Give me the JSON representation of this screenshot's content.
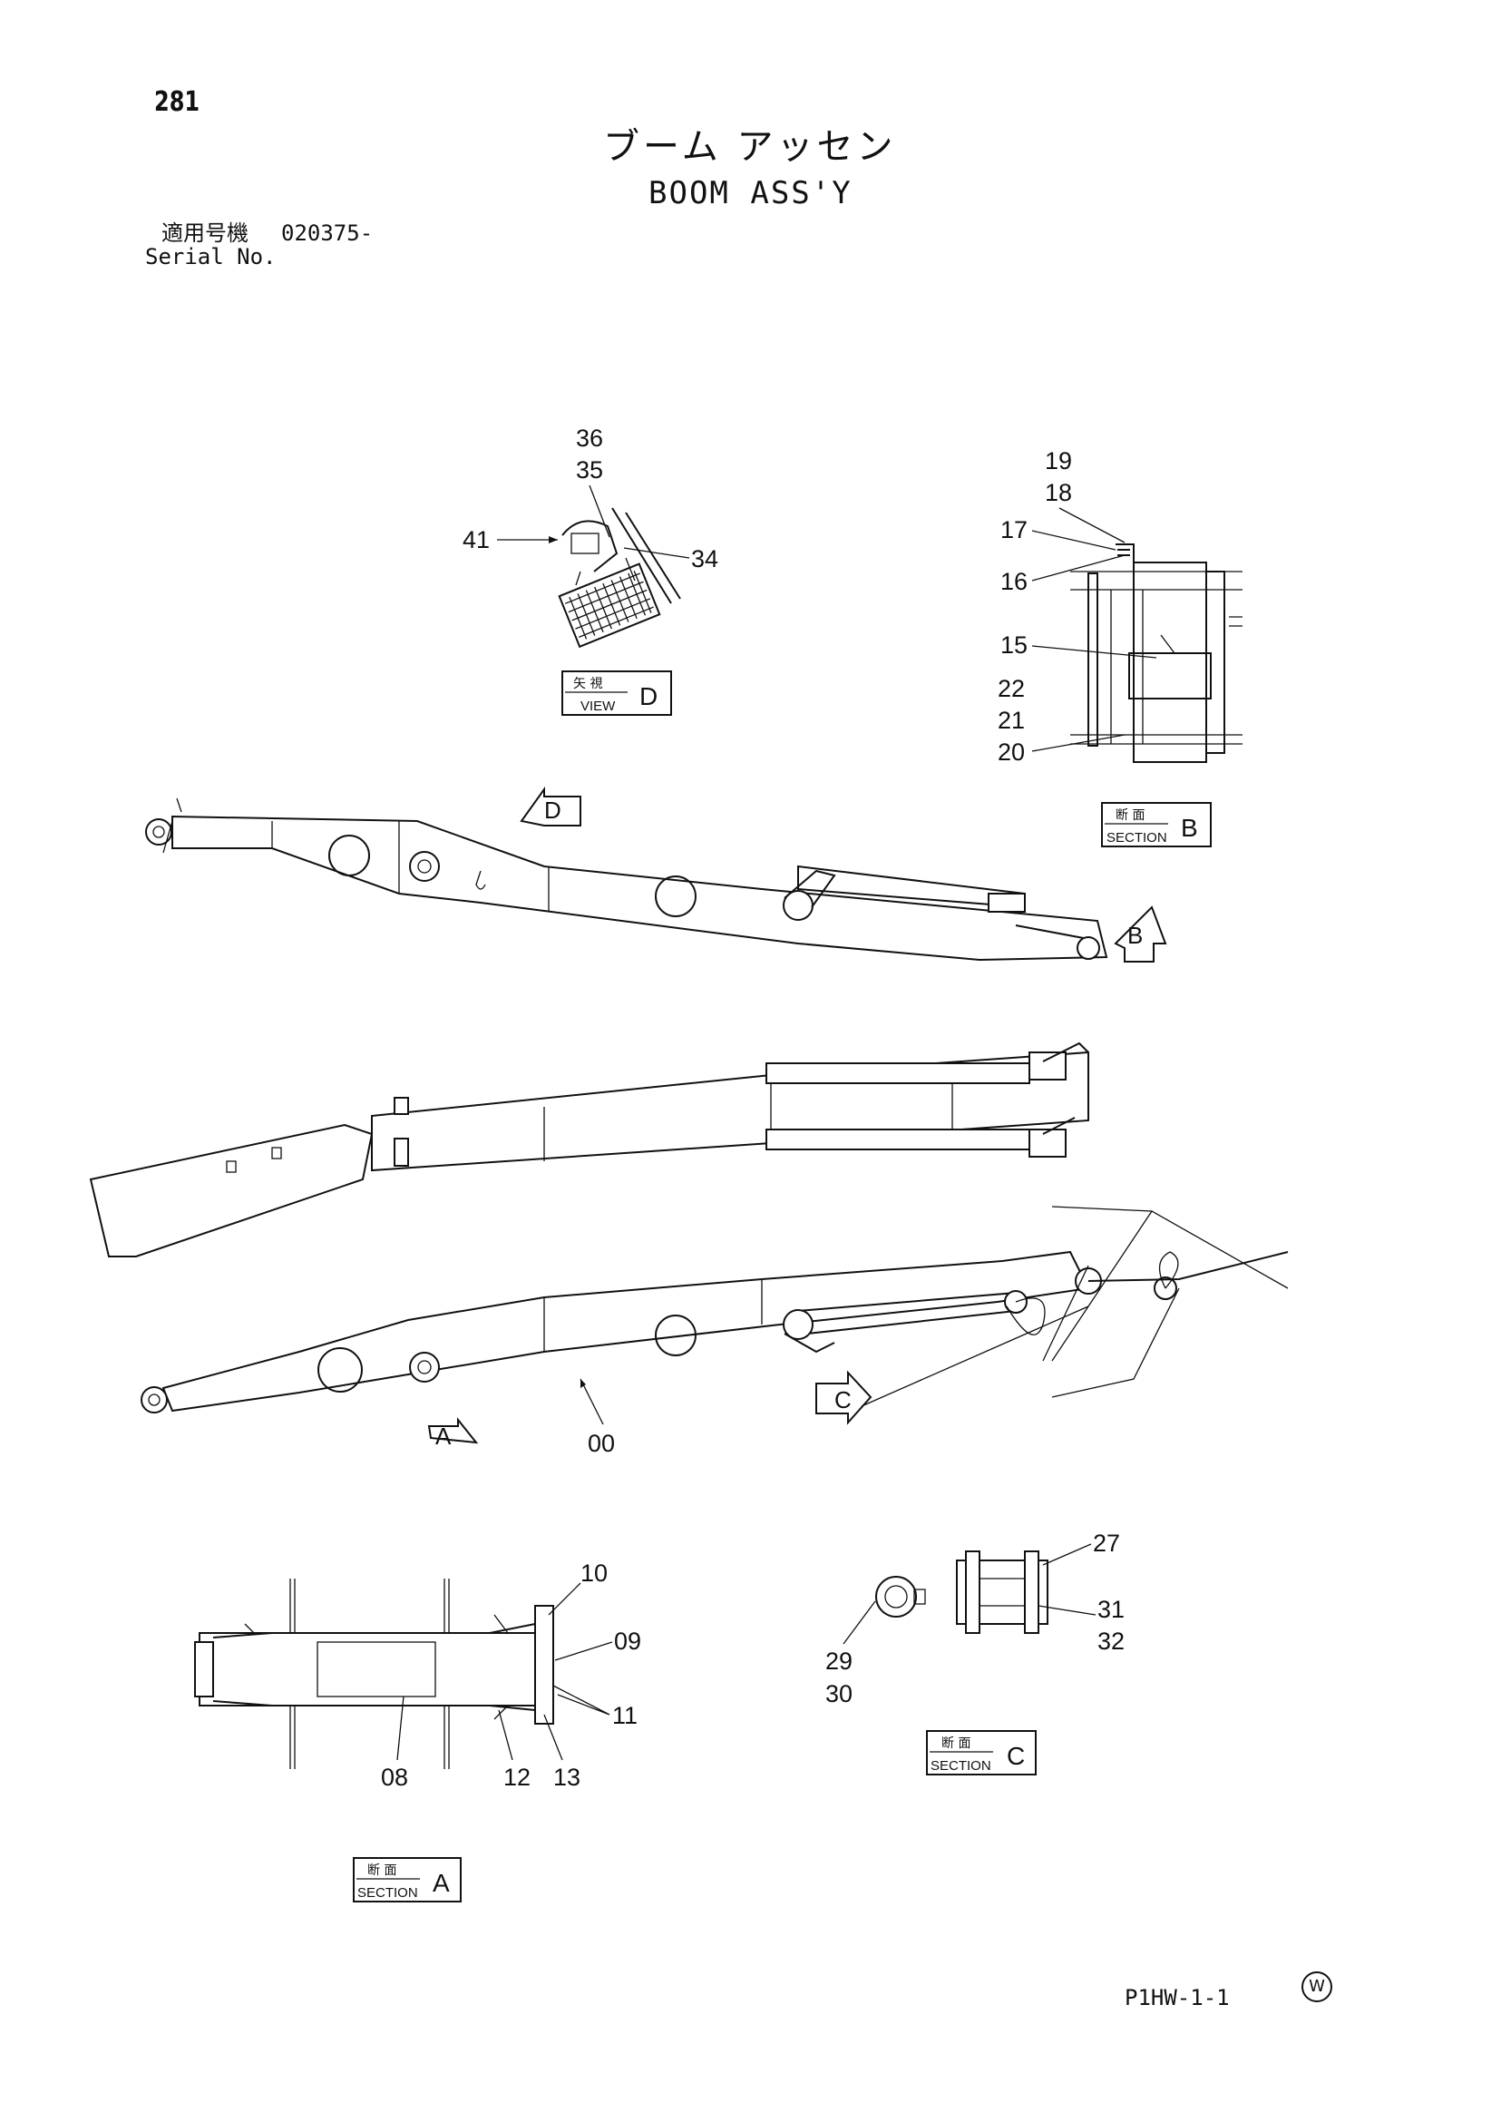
{
  "header": {
    "page_number": "281",
    "title_jp": "ブーム アッセン",
    "title_en": "BOOM ASS'Y",
    "serial_label_jp": "適用号機",
    "serial_value": "020375-",
    "serial_label_en": "Serial No."
  },
  "footer": {
    "doc_code": "P1HW-1-1",
    "w_mark": "W"
  },
  "view_labels": {
    "view_d": {
      "jp": "矢 視",
      "en": "VIEW",
      "letter": "D"
    },
    "section_b": {
      "jp": "断 面",
      "en": "SECTION",
      "letter": "B"
    },
    "section_c": {
      "jp": "断 面",
      "en": "SECTION",
      "letter": "C"
    },
    "section_a": {
      "jp": "断 面",
      "en": "SECTION",
      "letter": "A"
    }
  },
  "direction_arrows": {
    "a": "A",
    "b": "B",
    "c": "C",
    "d": "D"
  },
  "callouts": {
    "c36": "36",
    "c35": "35",
    "c41": "41",
    "c34": "34",
    "c19": "19",
    "c18": "18",
    "c17": "17",
    "c16": "16",
    "c15": "15",
    "c22": "22",
    "c21": "21",
    "c20": "20",
    "c00": "00",
    "c10": "10",
    "c09": "09",
    "c11": "11",
    "c08": "08",
    "c12": "12",
    "c13": "13",
    "c27": "27",
    "c31": "31",
    "c32": "32",
    "c29": "29",
    "c30": "30"
  },
  "colors": {
    "ink": "#111111",
    "paper": "#ffffff"
  }
}
